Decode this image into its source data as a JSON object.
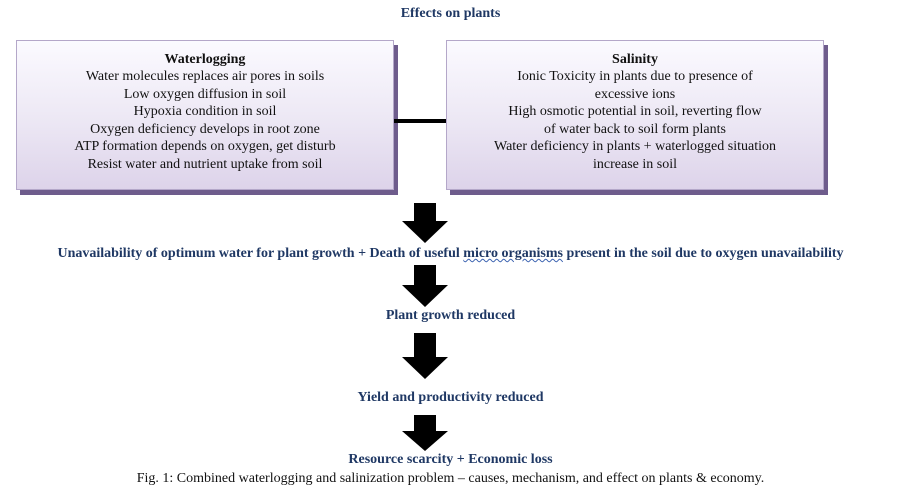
{
  "title": "Effects on plants",
  "left_box": {
    "title": "Waterlogging",
    "lines": [
      "Water molecules replaces air pores in soils",
      "Low oxygen diffusion in soil",
      "Hypoxia condition in soil",
      "Oxygen deficiency develops in root zone",
      "ATP formation depends on oxygen, get disturb",
      "Resist water and nutrient uptake from soil"
    ]
  },
  "right_box": {
    "title": "Salinity",
    "lines": [
      "Ionic Toxicity in plants due to presence of",
      "excessive ions",
      "High osmotic potential in soil, reverting flow",
      "of water back to soil form plants",
      "Water deficiency in plants + waterlogged situation",
      "increase in soil"
    ]
  },
  "flow": {
    "step1_before": "Unavailability of optimum water for plant growth + Death of useful ",
    "step1_squiggle": "micro organisms",
    "step1_after": " present in the soil due to oxygen unavailability",
    "step2": "Plant growth reduced",
    "step3": "Yield and productivity reduced",
    "step4": "Resource scarcity + Economic loss"
  },
  "caption": "Fig. 1: Combined waterlogging and salinization problem – causes, mechanism, and effect on plants & economy."
}
